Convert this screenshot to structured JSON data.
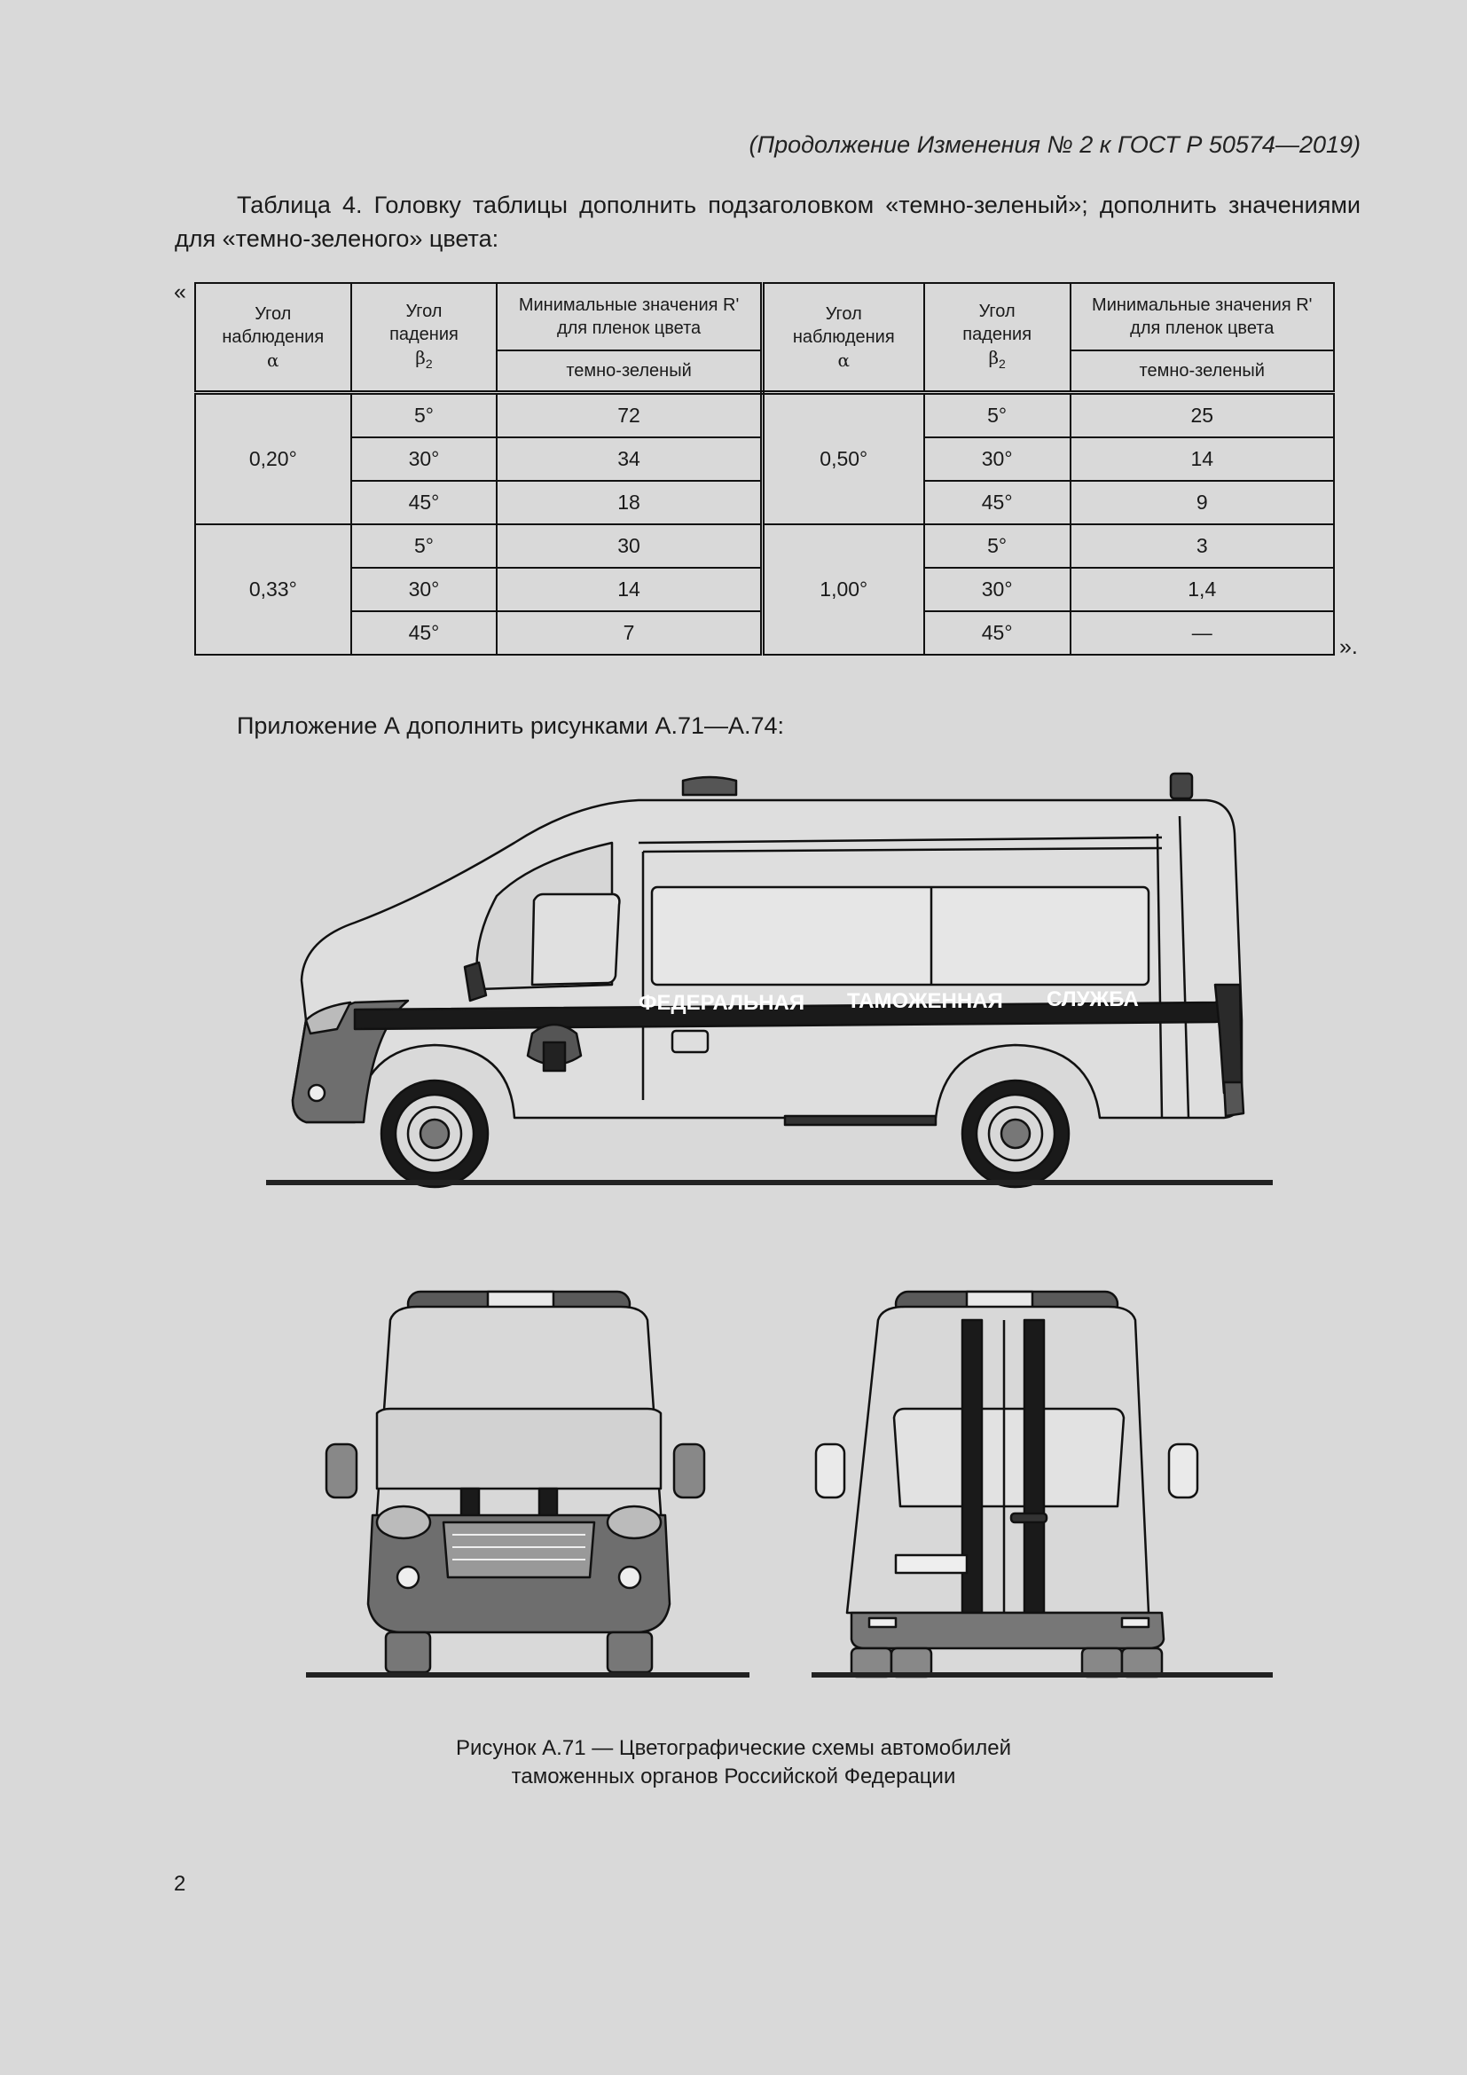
{
  "header_note": "(Продолжение Изменения № 2 к ГОСТ Р 50574—2019)",
  "intro_text": "Таблица 4. Головку таблицы дополнить подзаголовком «темно-зеленый»; дополнить значениями для «темно-зеленого» цвета:",
  "quote_open": "«",
  "quote_close": "».",
  "table": {
    "headers": {
      "obs_angle": [
        "Угол",
        "наблюдения",
        "α"
      ],
      "inc_angle": [
        "Угол",
        "падения",
        "β",
        "2"
      ],
      "min_values": "Минимальные значения R' для пленок цвета",
      "color": "темно-зеленый"
    },
    "left_groups": [
      {
        "obs": "0,20°",
        "rows": [
          [
            "5°",
            "72"
          ],
          [
            "30°",
            "34"
          ],
          [
            "45°",
            "18"
          ]
        ]
      },
      {
        "obs": "0,33°",
        "rows": [
          [
            "5°",
            "30"
          ],
          [
            "30°",
            "14"
          ],
          [
            "45°",
            "7"
          ]
        ]
      }
    ],
    "right_groups": [
      {
        "obs": "0,50°",
        "rows": [
          [
            "5°",
            "25"
          ],
          [
            "30°",
            "14"
          ],
          [
            "45°",
            "9"
          ]
        ]
      },
      {
        "obs": "1,00°",
        "rows": [
          [
            "5°",
            "3"
          ],
          [
            "30°",
            "1,4"
          ],
          [
            "45°",
            "—"
          ]
        ]
      }
    ]
  },
  "appendix_text": "Приложение А дополнить рисунками А.71—А.74:",
  "vehicle_text": [
    "ФЕДЕРАЛЬНАЯ",
    "ТАМОЖЕННАЯ",
    "СЛУЖБА"
  ],
  "caption": [
    "Рисунок А.71 — Цветографические схемы автомобилей",
    "таможенных органов Российской Федерации"
  ],
  "page_number": "2"
}
